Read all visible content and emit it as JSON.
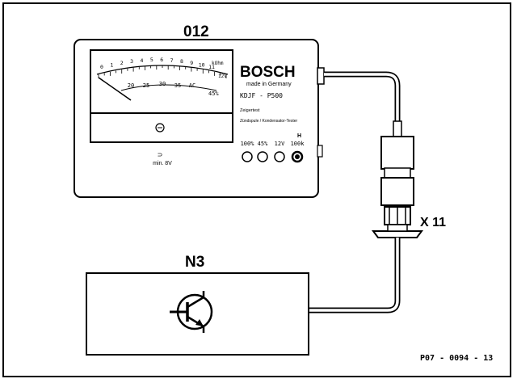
{
  "labels": {
    "tester_id": "012",
    "component_id": "N3",
    "connector_id": "X 11",
    "figure_ref": "P07 - 0094 - 13"
  },
  "meter": {
    "brand": "BOSCH",
    "made_in": "made in Germany",
    "model": "KDJF - P500",
    "line1": "Zeigertest",
    "line2": "Zündspule / Kondensator-Tester",
    "scale_top": [
      "0",
      "1",
      "2",
      "3",
      "4",
      "5",
      "6",
      "7",
      "8",
      "9",
      "10",
      "11"
    ],
    "scale_top_unit": "kOhm",
    "scale_bottom": [
      "20",
      "25",
      "30",
      "35",
      "AC"
    ],
    "scale_percent": "45%",
    "scale_volts": "12V",
    "zero_label": "min. 8V",
    "buttons": [
      {
        "label": "100%"
      },
      {
        "label": "45%"
      },
      {
        "label": "12V"
      },
      {
        "label": "100k"
      }
    ],
    "button_top_mark": "H"
  }
}
